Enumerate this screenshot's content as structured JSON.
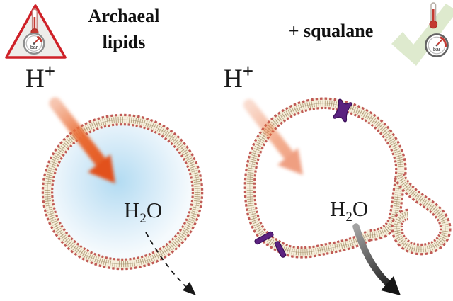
{
  "figure": {
    "left": {
      "title_line1": "Archaeal",
      "title_line2": "lipids",
      "proton": {
        "symbol": "H",
        "charge": "+"
      },
      "water": {
        "h": "H",
        "sub": "2",
        "o": "O"
      }
    },
    "right": {
      "title": "+ squalane",
      "proton": {
        "symbol": "H",
        "charge": "+"
      },
      "water": {
        "h": "H",
        "sub": "2",
        "o": "O"
      }
    },
    "gauges": {
      "left_unit": "bar",
      "right_unit": "bar"
    },
    "colors": {
      "membrane_head": "#c05a56",
      "membrane_tail": "#f6efdc",
      "proton_arrow_orange": "#e2511c",
      "lumen_blue": "#b2dbf2",
      "protein_purple": "#5b2280",
      "warning_red": "#cf2128",
      "check_green": "#d8e6c5",
      "water_arrow_black": "#161616"
    }
  }
}
